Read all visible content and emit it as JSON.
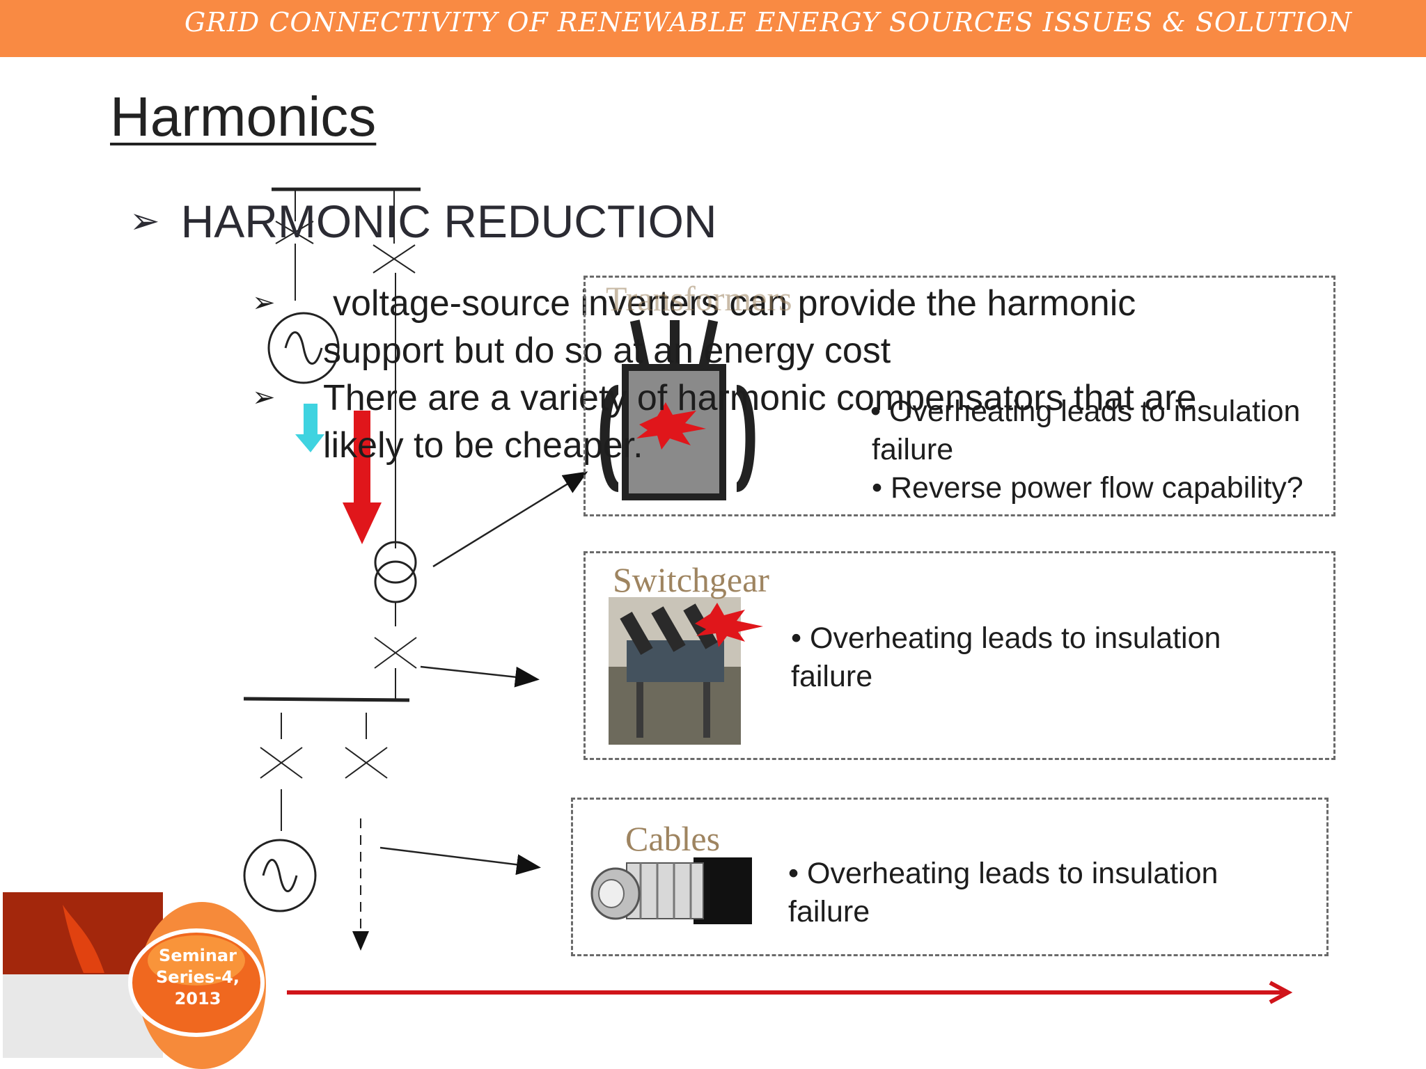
{
  "header": {
    "title": "GRID CONNECTIVITY OF RENEWABLE ENERGY SOURCES ISSUES & SOLUTION"
  },
  "slide": {
    "title": "Harmonics",
    "heading": "HARMONIC REDUCTION",
    "bullets": [
      {
        "line1": "voltage-source inverters can provide the harmonic",
        "line2": "support  but do so at an energy cost"
      },
      {
        "line1": "There are a variety of harmonic compensators that are",
        "line2": "likely to be cheaper."
      }
    ]
  },
  "boxes": {
    "transformers": {
      "label": "Transformers",
      "items": [
        "• Overheating leads to insulation",
        "failure",
        "•  Reverse power flow capability?"
      ]
    },
    "switchgear": {
      "label": "Switchgear",
      "items": [
        "• Overheating leads to insulation",
        "failure"
      ]
    },
    "cables": {
      "label": "Cables",
      "items": [
        "• Overheating leads to insulation",
        "failure"
      ]
    }
  },
  "logo": {
    "line1": "Seminar",
    "line2": "Series-4,",
    "line3": "2013"
  },
  "colors": {
    "header": "#f98a43",
    "red_arrow": "#e0161b",
    "cyan_arrow": "#3fd3e0",
    "box_label": "#9e8460"
  },
  "icons": {
    "bullet_marker": "arrowhead-bullet-icon",
    "source": "ac-source-icon",
    "breaker": "circuit-breaker-icon",
    "transformer": "transformer-symbol-icon"
  }
}
